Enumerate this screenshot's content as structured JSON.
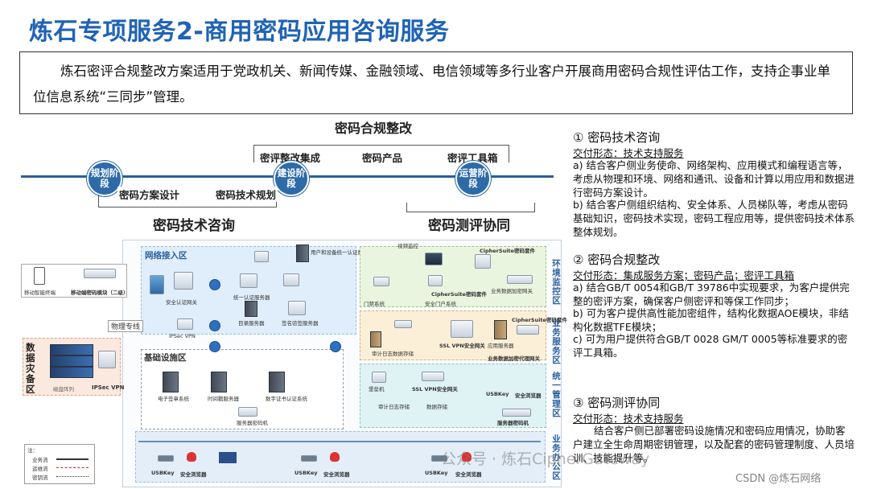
{
  "title": "炼石专项服务2-商用密码应用咨询服务",
  "intro": "炼石密评合规整改方案适用于党政机关、新闻传媒、金融领域、电信领域等多行业客户开展商用密码合规性评估工作，支持企事业单位信息系统“三同步”管理。",
  "timeline": {
    "top_title": "密码合规整改",
    "top_items": [
      "密评整改集成",
      "密码产品",
      "密评工具箱"
    ],
    "badges": [
      "规划阶段",
      "建设阶段",
      "运营阶段"
    ],
    "bottom_items": [
      "密码方案设计",
      "密码技术规划"
    ],
    "bottom_left_title": "密码技术咨询",
    "bottom_right_title": "密码测评协同"
  },
  "network": {
    "zones": {
      "access": "网络接入区",
      "infra": "基础设施区",
      "disaster_title": "数据灾备区",
      "env_monitor": "环境监控区",
      "biz_service": "业务服务区",
      "unified_mgmt": "统一管理区",
      "biz_office": "业务办公区"
    },
    "labels": {
      "mobile_terminal": "移动智能终端",
      "mobile_module": "移动端密码模块（二级）",
      "physical_line": "物理专线",
      "ipsec_vpn": "IPSec VPN",
      "ipsec_vpn2": "IPSec VPN",
      "disk_array": "磁盘阵列",
      "security_gw": "安全认证网关",
      "unified_auth": "统一认证服务器",
      "user_device_auth": "用户和设备统一认证数据库",
      "sign_verify": "签名验签服务器",
      "directory": "目录服务器",
      "e_seal": "电子签章系统",
      "timestamp": "时间戳服务器",
      "cert_auth": "数字证书认证系统",
      "server_crypto": "服务器密码机",
      "server_crypto2": "服务器密码机",
      "video_monitor": "视频监控",
      "cs_kit1": "CipherSuite密码套件",
      "cs_kit2": "CipherSuite密码套件",
      "cs_kit3": "CipherSuite密码套件",
      "biz_encrypt_gw": "业务数据加密网关",
      "biz_encrypt_proxy": "业务数据加密代理网关",
      "ssl_vpn_gw": "SSL VPN安全网关",
      "ssl_vpn_gw2": "SSL VPN安全网关",
      "access_system": "门禁系统",
      "safe_portal": "安全门户系统",
      "audit_storage": "审计日志数据存储",
      "app_server": "应用服务器",
      "bastion": "堡垒机",
      "audit_log": "审计日志存储",
      "data_backup": "数据存储",
      "usbkey": "USBKey",
      "safe_browser": "安全浏览器",
      "legend_note": "注：",
      "legend_biz": "业务流",
      "legend_ops": "运维流",
      "legend_key": "密钥流"
    }
  },
  "right": {
    "s1": {
      "heading": "① 密码技术咨询",
      "form": "交付形态：技术支持服务",
      "a": "a) 结合客户侧业务使命、网络架构、应用模式和编程语言等，考虑从物理和环境、网络和通讯、设备和计算以用应用和数据进行密码方案设计。",
      "b": "b) 结合客户侧组织结构、安全体系、人员梯队等，考虑从密码基础知识，密码技术实现，密码工程应用等，提供密码技术体系整体规划。"
    },
    "s2": {
      "heading": "② 密码合规整改",
      "form": "交付形态：集成服务方案；密码产品；密评工具箱",
      "a": "a) 结合GB/T 0054和GB/T 39786中实现要求，为客户提供完整的密评方案，确保客户侧密评和等保工作同步；",
      "b": "b) 可为客户提供高性能加密组件，结构化数据AOE模块，非结构化数据TFE模块；",
      "c": "c) 可为用户提供符合GB/T 0028 GM/T 0005等标准要求的密评工具箱。"
    },
    "s3": {
      "heading": "③ 密码测评协同",
      "form": "交付形态：技术支持服务",
      "text": "结合客户侧已部署密码设施情况和密码应用情况，协助客户建立全生命周期密钥管理，以及配套的密码管理制度、人员培训、技能提升等。"
    }
  },
  "watermarks": [
    "公众号 · 炼石CipherGateway",
    "CSDN @炼石网络"
  ],
  "colors": {
    "title": "#1f63b5",
    "accent": "#2c6aa8"
  }
}
